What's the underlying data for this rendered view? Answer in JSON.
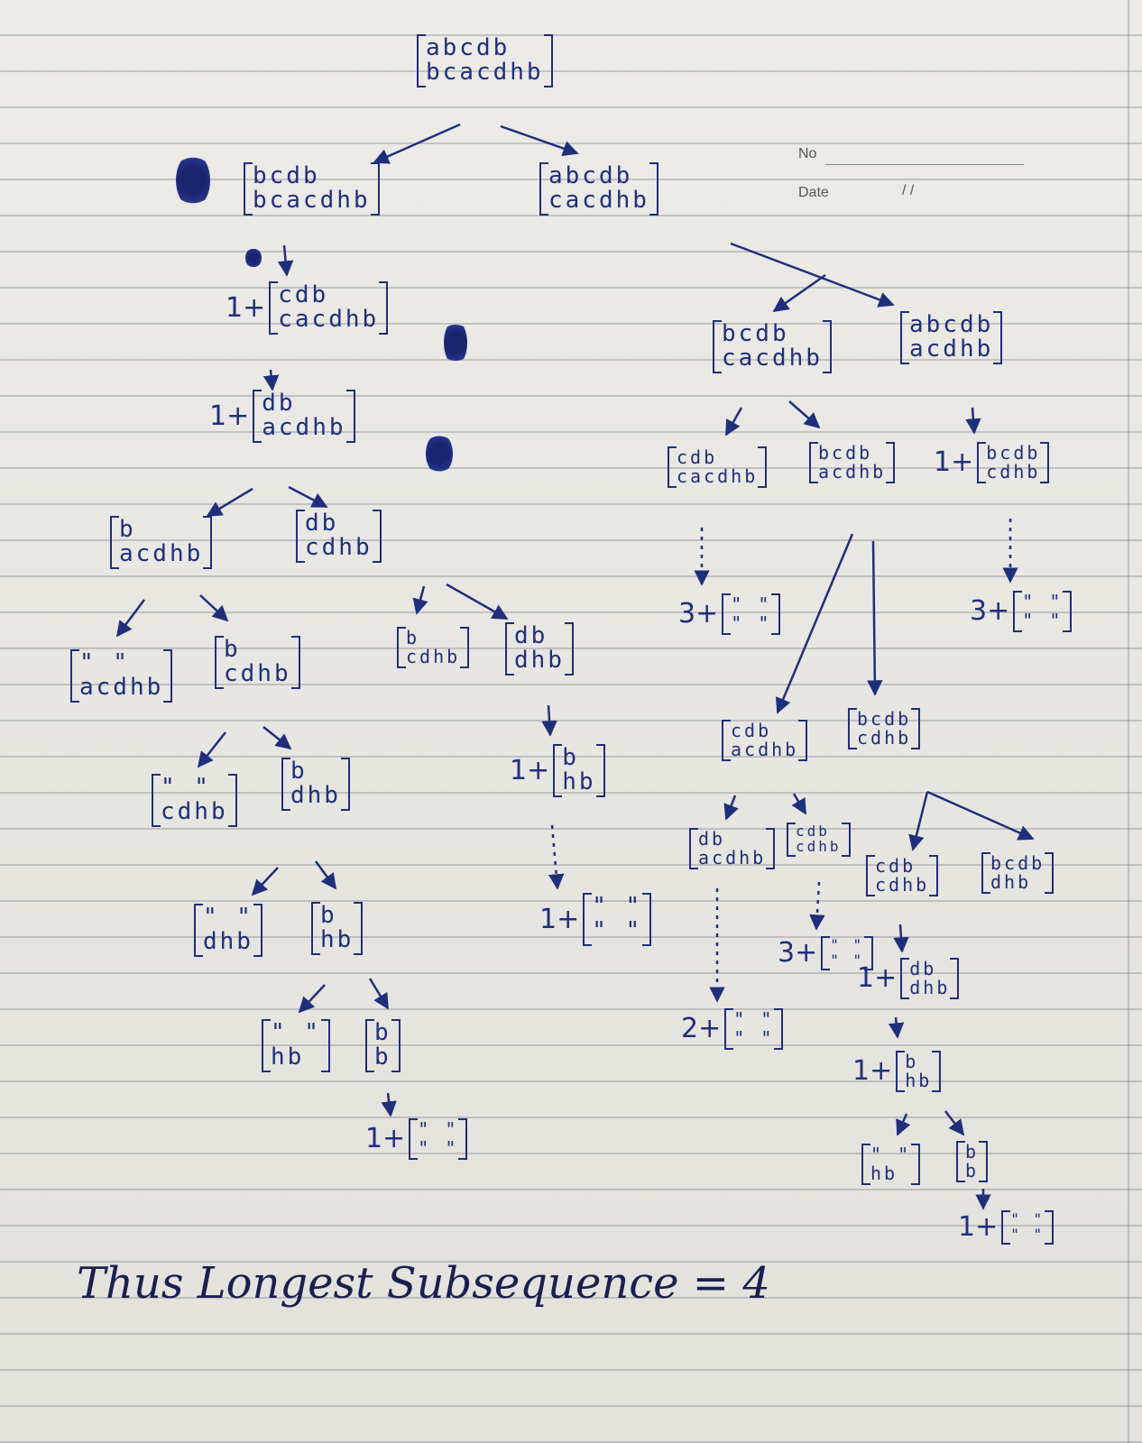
{
  "header": {
    "no_label": "No",
    "date_label": "Date",
    "date_value": "/        /"
  },
  "nodes": {
    "root": {
      "top": "abcdb",
      "bottom": "bcacdhb"
    },
    "l1": {
      "top": "bcdb",
      "bottom": "bcacdhb"
    },
    "r1": {
      "top": "abcdb",
      "bottom": "cacdhb"
    },
    "l2": {
      "prefix": "1+",
      "top": "cdb",
      "bottom": "cacdhb"
    },
    "l3": {
      "prefix": "1+",
      "top": "db",
      "bottom": "acdhb"
    },
    "l4a": {
      "top": "b",
      "bottom": "acdhb"
    },
    "l4b": {
      "top": "db",
      "bottom": "cdhb"
    },
    "l5a": {
      "top": "\" \"",
      "bottom": "acdhb"
    },
    "l5b": {
      "top": "b",
      "bottom": "cdhb"
    },
    "l5c": {
      "top": "b",
      "bottom": "cdhb"
    },
    "l5d": {
      "top": "db",
      "bottom": "dhb"
    },
    "l6a": {
      "top": "\" \"",
      "bottom": "cdhb"
    },
    "l6b": {
      "top": "b",
      "bottom": "dhb"
    },
    "l6c": {
      "prefix": "1+",
      "top": "b",
      "bottom": "hb"
    },
    "l7a": {
      "top": "\" \"",
      "bottom": "dhb"
    },
    "l7b": {
      "top": "b",
      "bottom": "hb"
    },
    "l7c": {
      "prefix": "1+",
      "top": "\" \"",
      "bottom": "\" \""
    },
    "l8a": {
      "top": "\" \"",
      "bottom": "hb"
    },
    "l8b": {
      "top": "b",
      "bottom": "b"
    },
    "l9": {
      "prefix": "1+",
      "top": "\" \"",
      "bottom": "\" \""
    },
    "r2a": {
      "top": "bcdb",
      "bottom": "cacdhb"
    },
    "r2b": {
      "top": "abcdb",
      "bottom": "acdhb"
    },
    "r3a": {
      "top": "cdb",
      "bottom": "cacdhb"
    },
    "r3b": {
      "top": "bcdb",
      "bottom": "acdhb"
    },
    "r3c": {
      "prefix": "1+",
      "top": "bcdb",
      "bottom": "cdhb"
    },
    "r4a": {
      "prefix": "3+",
      "top": "\" \"",
      "bottom": "\" \""
    },
    "r4c": {
      "prefix": "3+",
      "top": "\" \"",
      "bottom": "\" \""
    },
    "r5a": {
      "top": "cdb",
      "bottom": "acdhb"
    },
    "r5b": {
      "top": "bcdb",
      "bottom": "cdhb"
    },
    "r6a": {
      "top": "db",
      "bottom": "acdhb"
    },
    "r6b": {
      "top": "cdb",
      "bottom": "cdhb"
    },
    "r6c": {
      "top": "cdb",
      "bottom": "cdhb"
    },
    "r6d": {
      "top": "bcdb",
      "bottom": "dhb"
    },
    "r7b": {
      "prefix": "3+",
      "top": "\" \"",
      "bottom": "\" \""
    },
    "r7c": {
      "prefix": "1+",
      "top": "db",
      "bottom": "dhb"
    },
    "r8a": {
      "prefix": "2+",
      "top": "\" \"",
      "bottom": "\" \""
    },
    "r8c": {
      "prefix": "1+",
      "top": "b",
      "bottom": "hb"
    },
    "r9a": {
      "top": "\" \"",
      "bottom": "hb"
    },
    "r9b": {
      "top": "b",
      "bottom": "b"
    },
    "r10": {
      "prefix": "1+",
      "top": "\" \"",
      "bottom": "\" \""
    }
  },
  "conclusion": "Thus Longest Subsequence = 4",
  "ink_color": "#1f2f7a"
}
